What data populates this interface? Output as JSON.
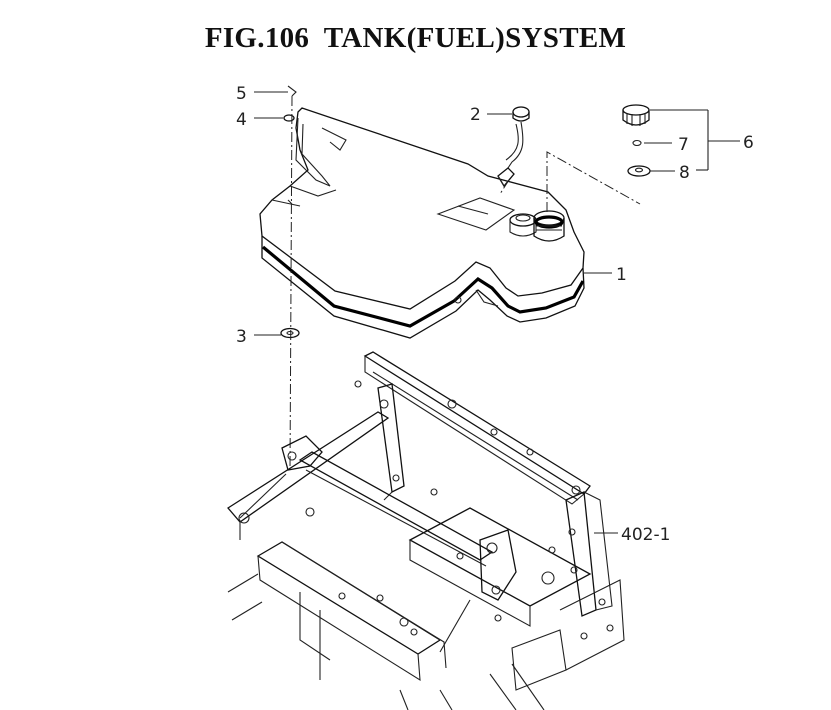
{
  "title": "FIG.106  TANK(FUEL)SYSTEM",
  "callouts": {
    "c1": "1",
    "c2": "2",
    "c3": "3",
    "c4": "4",
    "c5": "5",
    "c6": "6",
    "c7": "7",
    "c8": "8",
    "c402": "402-1"
  }
}
